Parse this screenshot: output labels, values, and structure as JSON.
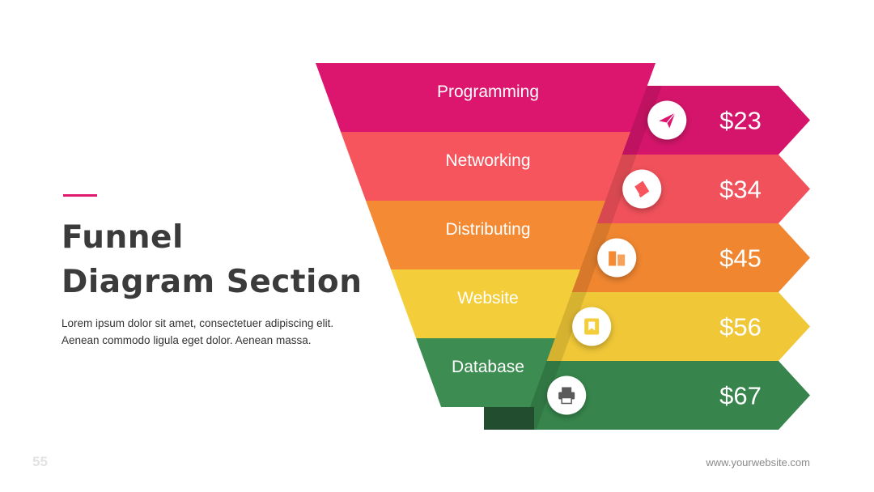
{
  "slide": {
    "title_line1": "Funnel",
    "title_line2": "Diagram Section",
    "description_line1": "Lorem ipsum dolor sit amet, consectetuer adipiscing elit.",
    "description_line2": "Aenean commodo ligula eget dolor. Aenean massa.",
    "page_number": "55",
    "footer_url": "www.yourwebsite.com",
    "accent_color": "#e0196f"
  },
  "funnel": {
    "stages": [
      {
        "label": "Programming",
        "value": "$23",
        "icon": "paper-plane-icon",
        "color": "#dc156f",
        "arrow_color": "#d5156b"
      },
      {
        "label": "Networking",
        "value": "$34",
        "icon": "book-icon",
        "color": "#f6555d",
        "arrow_color": "#f0515a"
      },
      {
        "label": "Distributing",
        "value": "$45",
        "icon": "building-icon",
        "color": "#f48a33",
        "arrow_color": "#f08630"
      },
      {
        "label": "Website",
        "value": "$56",
        "icon": "bookmark-icon",
        "color": "#f3cd3a",
        "arrow_color": "#efc737"
      },
      {
        "label": "Database",
        "value": "$67",
        "icon": "printer-icon",
        "color": "#3d8c52",
        "arrow_color": "#37854c"
      }
    ]
  }
}
